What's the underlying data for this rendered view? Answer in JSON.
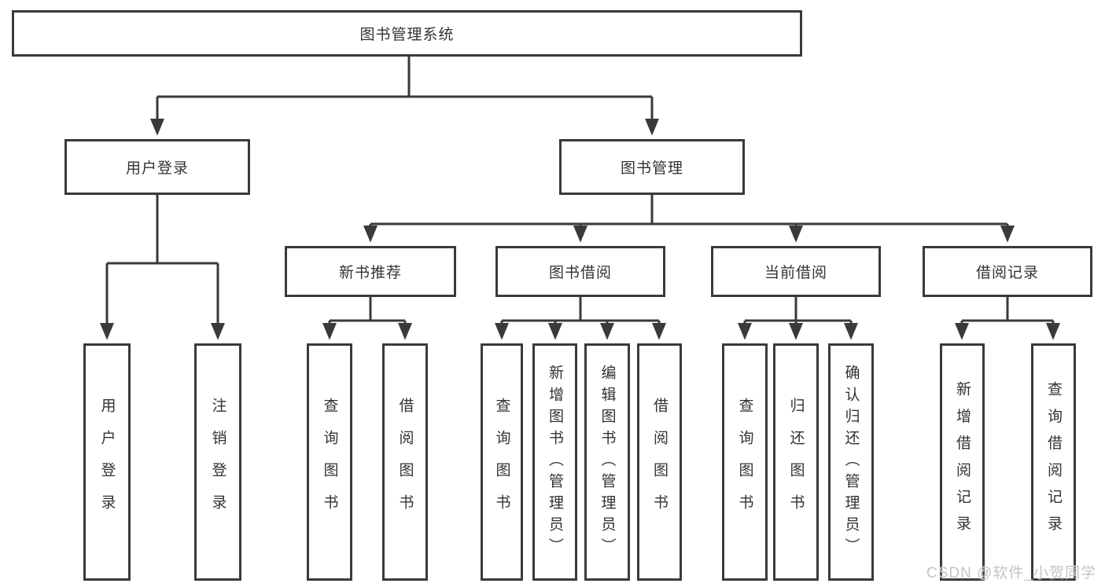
{
  "diagram_title": "图书管理系统",
  "nodes": {
    "root": {
      "label": "图书管理系统"
    },
    "user_login": {
      "label": "用户登录"
    },
    "book_mgmt": {
      "label": "图书管理"
    },
    "new_book_rec": {
      "label": "新书推荐"
    },
    "book_borrow": {
      "label": "图书借阅"
    },
    "current_borrow": {
      "label": "当前借阅"
    },
    "borrow_records": {
      "label": "借阅记录"
    },
    "leaf_user_login": {
      "label": "用户登录"
    },
    "leaf_logout": {
      "label": "注销登录"
    },
    "leaf_nbr_query_book": {
      "label": "查询图书"
    },
    "leaf_nbr_borrow_book": {
      "label": "借阅图书"
    },
    "leaf_bb_query_book": {
      "label": "查询图书"
    },
    "leaf_bb_add_book": {
      "label": "新增图书（管理员）"
    },
    "leaf_bb_edit_book": {
      "label": "编辑图书（管理员）"
    },
    "leaf_bb_borrow_book": {
      "label": "借阅图书"
    },
    "leaf_cb_query_book": {
      "label": "查询图书"
    },
    "leaf_cb_return_book": {
      "label": "归还图书"
    },
    "leaf_cb_confirm_return": {
      "label": "确认归还（管理员）"
    },
    "leaf_br_add_record": {
      "label": "新增借阅记录"
    },
    "leaf_br_query_record": {
      "label": "查询借阅记录"
    }
  },
  "watermark": "CSDN @软件_小贺同学",
  "colors": {
    "line": "#3a3a3a",
    "box_border": "#3a3a3a",
    "box_fill": "#ffffff",
    "text": "#333333",
    "watermark": "#c6c5c5",
    "background": "#ffffff"
  }
}
